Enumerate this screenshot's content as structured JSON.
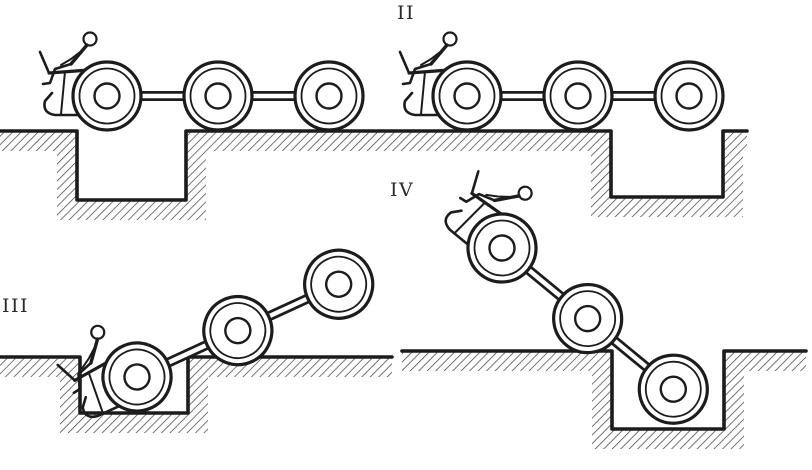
{
  "figure": {
    "colors": {
      "paper": "#ffffff",
      "ink": "#1c1c1c",
      "hatch": "#3a3a3a"
    }
  },
  "panels": [
    {
      "id": "stage-1",
      "label": ""
    },
    {
      "id": "stage-2",
      "label": "II"
    },
    {
      "id": "stage-3",
      "label": "III"
    },
    {
      "id": "stage-4",
      "label": "IV"
    }
  ]
}
